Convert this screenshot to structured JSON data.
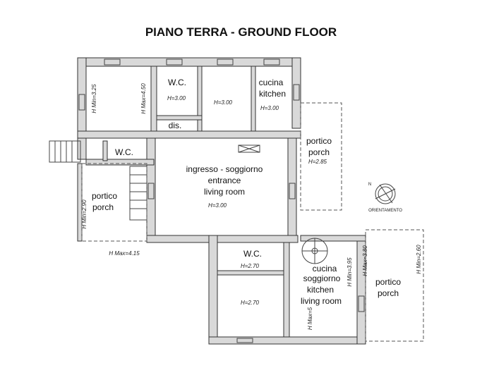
{
  "title": "PIANO TERRA - GROUND FLOOR",
  "rooms": {
    "wc_top": "W.C.",
    "cucina_top": "cucina",
    "kitchen_top": "kitchen",
    "dis": "dis.",
    "wc_small": "W.C.",
    "portico_right": "portico",
    "porch_right": "porch",
    "ingresso": "ingresso - soggiorno",
    "entrance": "entrance",
    "living": "living room",
    "portico_left": "portico",
    "porch_left": "porch",
    "wc_lower": "W.C.",
    "cucina_lower": "cucina",
    "soggiorno_lower": "soggiorno",
    "kitchen_lower": "kitchen",
    "living_lower": "living room",
    "portico_lower": "portico",
    "porch_lower": "porch"
  },
  "heights": {
    "h_min_325": "H Min=3.25",
    "h_max_450": "H Max=4.50",
    "h_300_wc": "H=3.00",
    "h_300_mid": "H=3.00",
    "h_300_kitchen": "H=3.00",
    "h_285": "H=2.85",
    "h_300_living": "H=3.00",
    "h_min_290": "H Min=2.90",
    "h_max_415": "H Max=4.15",
    "h_270_wc": "H=2.70",
    "h_270_room": "H=2.70",
    "h_min_395": "H Min=3.95",
    "h_max_380": "H Max=3.80",
    "h_min_260": "H Min=2.60",
    "h_max_5": "H Max=5"
  },
  "compass": {
    "north": "N",
    "label": "ORIENTAMENTO"
  },
  "colors": {
    "wall": "#d9d9d9",
    "line": "#333333"
  }
}
